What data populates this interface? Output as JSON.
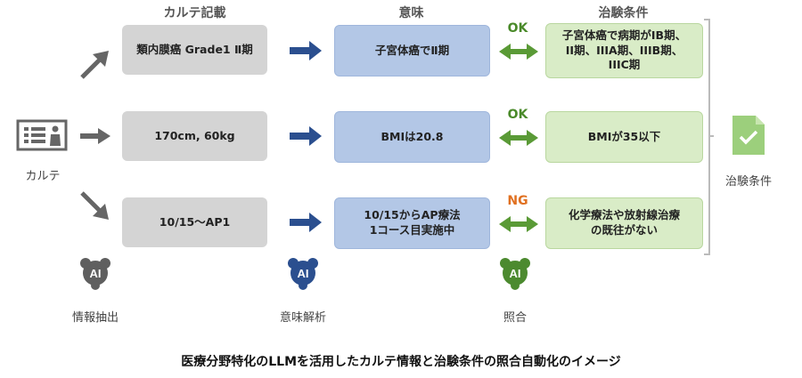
{
  "headers": {
    "karte": "カルテ記載",
    "meaning": "意味",
    "conditions": "治験条件"
  },
  "left_label": "カルテ",
  "rows": [
    {
      "karte": "類内膜癌 Grade1 Ⅱ期",
      "meaning": "子宮体癌でⅡ期",
      "status": "OK",
      "condition": "子宮体癌で病期がIB期、\nII期、IIIA期、IIIB期、\nIIIC期"
    },
    {
      "karte": "170cm, 60kg",
      "meaning": "BMIは20.8",
      "status": "OK",
      "condition": "BMIが35以下"
    },
    {
      "karte": "10/15～AP1",
      "meaning": "10/15からAP療法\n1コース目実施中",
      "status": "NG",
      "condition": "化学療法や放射線治療\nの既往がない"
    }
  ],
  "right_label": "治験条件",
  "ai": [
    {
      "text": "AI",
      "label": "情報抽出",
      "color": "#5f5f5f"
    },
    {
      "text": "AI",
      "label": "意味解析",
      "color": "#2b4f8f"
    },
    {
      "text": "AI",
      "label": "照合",
      "color": "#4c8a2f"
    }
  ],
  "caption": "医療分野特化のLLMを活用したカルテ情報と治験条件の照合自動化のイメージ",
  "colors": {
    "gray_box": "#d4d4d4",
    "blue_box": "#b3c7e6",
    "green_box": "#d9ecc7",
    "arrow_blue": "#2b4f8f",
    "arrow_green": "#5a9a36",
    "arrow_gray": "#666666"
  }
}
